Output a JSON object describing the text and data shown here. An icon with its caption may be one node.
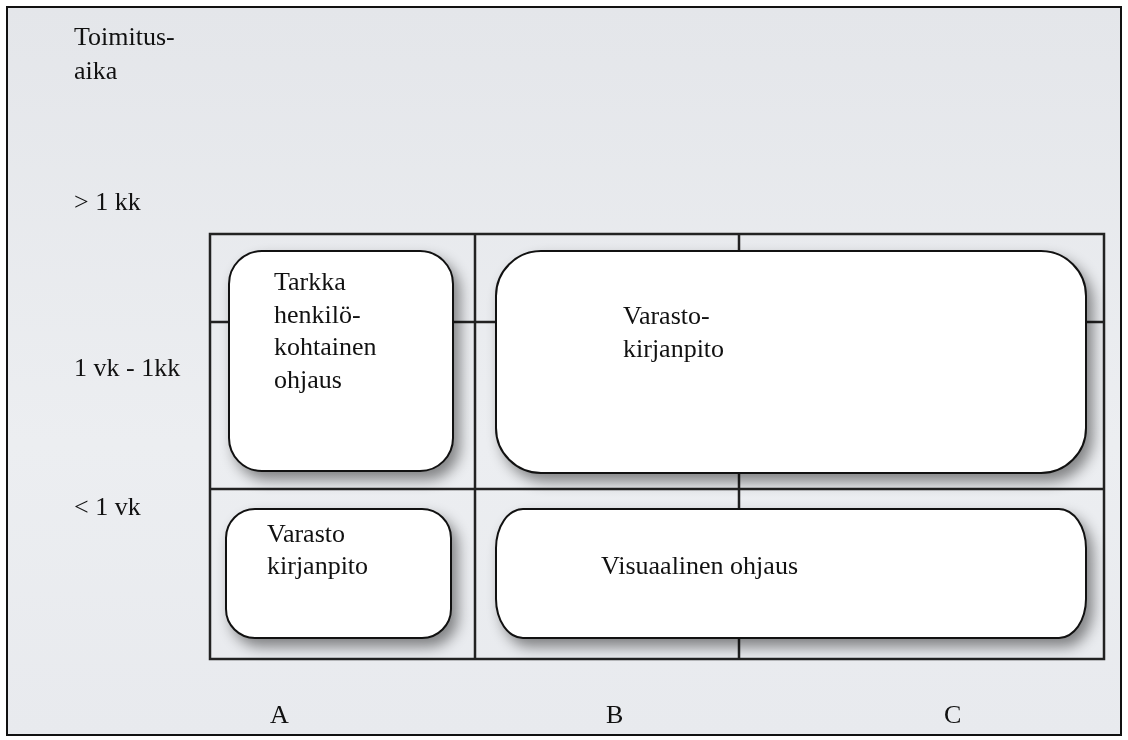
{
  "diagram": {
    "nodes": [
      {
        "text": [
          "Tarkka henkilö-kohtainen ohjaus"
        ]
      },
      {
        "text": [
          "Varasto-kirjanpito"
        ]
      },
      {
        "text": [
          "Varasto kirjanpito"
        ]
      },
      {
        "text": [
          "Visuaalinen ohjaus"
        ]
      }
    ],
    "labels": [
      "Toimitus-aika",
      "> 1 kk",
      "1 vk - 1kk",
      "< 1 vk",
      "A",
      "B",
      "C"
    ]
  }
}
